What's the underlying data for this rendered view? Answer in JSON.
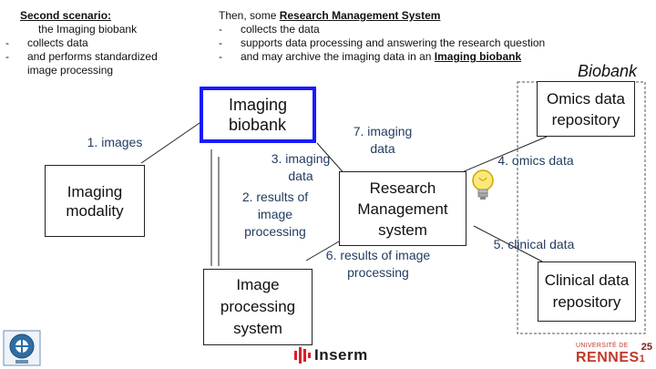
{
  "left_header": {
    "title": "Second scenario:",
    "subtitle": "the Imaging biobank",
    "bullets": [
      "collects data",
      "and performs standardized\nimage processing"
    ]
  },
  "right_header": {
    "intro_prefix": "Then, some ",
    "intro_link": "Research Management System",
    "bullets": [
      "collects the data",
      "supports data processing and answering the research question"
    ],
    "bullet3_prefix": "and may archive the imaging data in an ",
    "bullet3_link": "Imaging biobank"
  },
  "boxes": {
    "imaging_biobank": "Imaging\nbiobank",
    "imaging_modality": "Imaging\nmodality",
    "research_management": "Research\nManagement\nsystem",
    "image_processing": "Image\nprocessing\nsystem",
    "omics_repository": "Omics data\nrepository",
    "clinical_repository": "Clinical data\nrepository"
  },
  "biobank_label": "Biobank",
  "flows": {
    "images": "1. images",
    "results_processing": "2. results of\nimage\nprocessing",
    "imaging_data_3": "3. imaging\ndata",
    "omics_data": "4. omics data",
    "clinical_data": "5. clinical data",
    "results_image_processing": "6. results of image\nprocessing",
    "imaging_data_7": "7. imaging\ndata"
  },
  "logos": {
    "inserm": "Inserm",
    "rennes_top": "UNIVERSITÉ DE",
    "rennes": "RENNES",
    "rennes_num": "1",
    "page_number": "25"
  },
  "colors": {
    "biobank_border": "#1a1aff",
    "label_text": "#1f3a5f",
    "inserm_red": "#d8202a",
    "rennes_red": "#c0392b"
  }
}
